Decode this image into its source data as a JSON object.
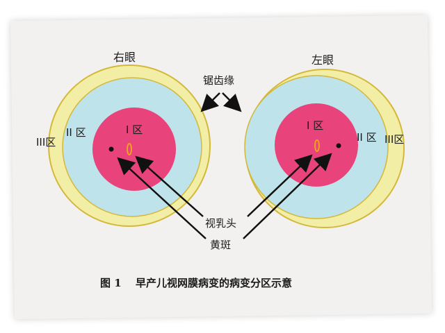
{
  "eye_right": {
    "title": "右眼",
    "zone1": "I 区",
    "zone2": "II 区",
    "zone3": "III区"
  },
  "eye_left": {
    "title": "左眼",
    "zone1": "I 区",
    "zone2": "II 区",
    "zone3": "III区"
  },
  "labels": {
    "ora_serrata": "锯齿缘",
    "optic_disc": "视乳头",
    "macula": "黄斑"
  },
  "caption": {
    "figure_number": "图 1",
    "text": "早产儿视网膜病变的病变分区示意"
  },
  "colors": {
    "zone1": "#e8437a",
    "zone2": "#bfe3ea",
    "zone3": "#f3eea6",
    "outline": "#d4b83a",
    "optic_disc": "#f0a020",
    "background": "#f2f1ef"
  }
}
